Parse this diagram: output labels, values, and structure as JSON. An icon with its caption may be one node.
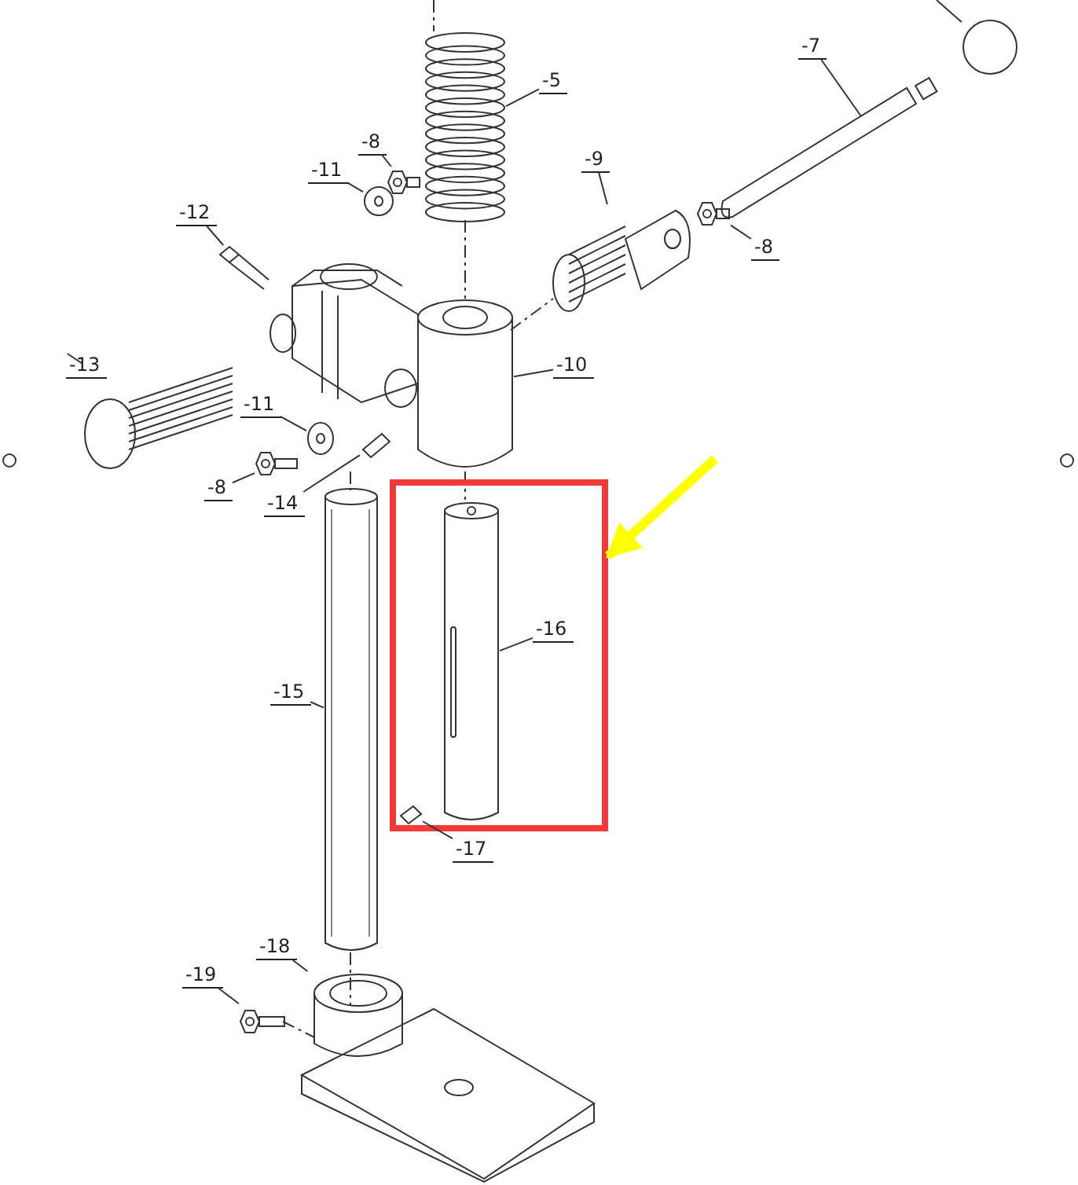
{
  "diagram": {
    "nodes": [
      {
        "text": [
          "-5"
        ]
      },
      {
        "text": [
          "-7"
        ]
      },
      {
        "text": [
          "-8"
        ]
      },
      {
        "text": [
          "-11"
        ]
      },
      {
        "text": [
          "-9"
        ]
      },
      {
        "text": [
          "-8"
        ]
      },
      {
        "text": [
          "-12"
        ]
      },
      {
        "text": [
          "-10"
        ]
      },
      {
        "text": [
          "-13"
        ]
      },
      {
        "text": [
          "-11"
        ]
      },
      {
        "text": [
          "-8"
        ]
      },
      {
        "text": [
          "-14"
        ]
      },
      {
        "text": [],
        "shape": "box"
      },
      {
        "text": [
          "-16"
        ],
        "in": 12
      },
      {
        "text": [],
        "shape": "picture",
        "in": 12
      },
      {
        "text": [],
        "shape": "picture",
        "in": 12
      },
      {
        "text": [
          "-15"
        ]
      },
      {
        "text": [
          "-17"
        ]
      },
      {
        "text": [
          "-18"
        ]
      },
      {
        "text": [
          "-19"
        ]
      },
      {
        "text": [],
        "shape": "picture"
      },
      {
        "text": [],
        "shape": "picture"
      },
      {
        "text": [],
        "shape": "circle"
      },
      {
        "text": [],
        "shape": "picture"
      },
      {
        "text": [],
        "shape": "picture"
      },
      {
        "text": [],
        "shape": "picture"
      },
      {
        "text": [],
        "shape": "picture"
      },
      {
        "text": [],
        "shape": "picture"
      },
      {
        "text": [],
        "shape": "picture"
      },
      {
        "text": [],
        "shape": "picture"
      },
      {
        "text": [],
        "shape": "picture"
      },
      {
        "text": [],
        "shape": "picture"
      },
      {
        "text": [],
        "shape": "picture"
      },
      {
        "text": [],
        "shape": "picture"
      },
      {
        "text": [],
        "shape": "picture"
      },
      {
        "text": [],
        "shape": "picture"
      }
    ],
    "edges": [
      {
        "from": 0,
        "to": 20,
        "arrow": "none"
      },
      {
        "from": 1,
        "to": 21,
        "arrow": "none"
      },
      {
        "from": 2,
        "to": 23,
        "arrow": "none"
      },
      {
        "from": 3,
        "to": 24,
        "arrow": "none"
      },
      {
        "from": 4,
        "to": 25,
        "arrow": "none"
      },
      {
        "from": 5,
        "to": 26,
        "arrow": "none"
      },
      {
        "from": 6,
        "to": 27,
        "arrow": "none"
      },
      {
        "from": 7,
        "to": 28,
        "arrow": "none"
      },
      {
        "from": 8,
        "to": 29,
        "arrow": "none"
      },
      {
        "from": 9,
        "to": 30,
        "arrow": "none"
      },
      {
        "from": 10,
        "to": 31,
        "arrow": "none"
      },
      {
        "from": 11,
        "to": 32,
        "arrow": "none"
      },
      {
        "from": 13,
        "to": 14,
        "arrow": "none"
      },
      {
        "from": 16,
        "to": 33,
        "arrow": "none"
      },
      {
        "from": 17,
        "to": 15,
        "arrow": "none"
      },
      {
        "from": 18,
        "to": 34,
        "arrow": "none"
      },
      {
        "from": 19,
        "to": 35,
        "arrow": "none"
      },
      {
        "from": null,
        "to": 22,
        "arrow": "none"
      },
      {
        "from": null,
        "to": 12,
        "arrow": "to",
        "style": "thick",
        "color": "#ffff00"
      }
    ]
  }
}
